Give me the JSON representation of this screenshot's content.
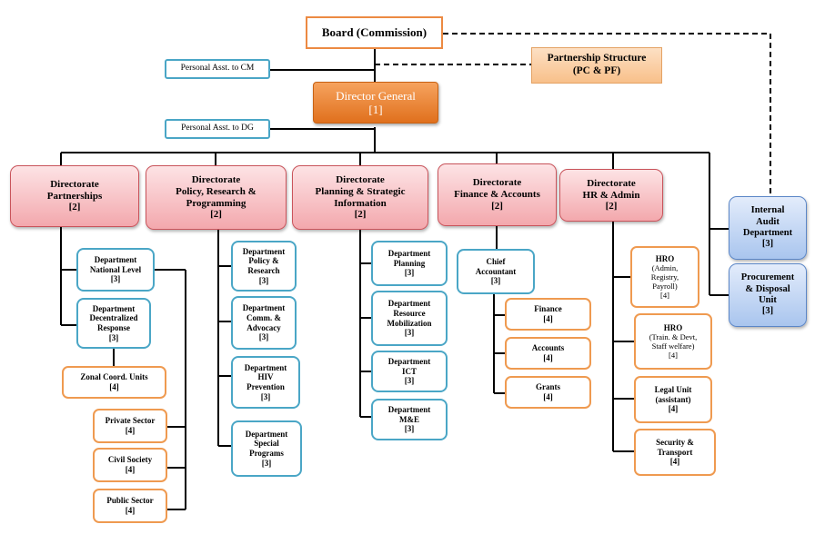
{
  "board": [
    "Board (Commission)"
  ],
  "pa_cm": [
    "Personal Asst. to CM"
  ],
  "pa_dg": [
    "Personal Asst. to DG"
  ],
  "dg": [
    "Director General",
    "[1]"
  ],
  "partnership_structure": [
    "Partnership Structure",
    "(PC & PF)"
  ],
  "directorates": {
    "partnerships": [
      "Directorate",
      "Partnerships",
      "[2]"
    ],
    "policy": [
      "Directorate",
      "Policy, Research &",
      "Programming",
      "[2]"
    ],
    "planning": [
      "Directorate",
      "Planning & Strategic",
      "Information",
      "[2]"
    ],
    "finance": [
      "Directorate",
      "Finance & Accounts",
      "[2]"
    ],
    "hr": [
      "Directorate",
      "HR & Admin",
      "[2]"
    ]
  },
  "internal_audit": [
    "Internal",
    "Audit",
    "Department",
    "[3]"
  ],
  "procurement": [
    "Procurement",
    "& Disposal",
    "Unit",
    "[3]"
  ],
  "partnerships_units": {
    "national": [
      "Department",
      "National Level",
      "[3]"
    ],
    "decentralized": [
      "Department",
      "Decentralized",
      "Response",
      "[3]"
    ],
    "zonal": [
      "Zonal Coord. Units",
      "[4]"
    ],
    "private": [
      "Private Sector",
      "[4]"
    ],
    "civil": [
      "Civil Society",
      "[4]"
    ],
    "public": [
      "Public Sector",
      "[4]"
    ]
  },
  "policy_units": {
    "policy_research": [
      "Department",
      "Policy &",
      "Research",
      "[3]"
    ],
    "comm": [
      "Department",
      "Comm. &",
      "Advocacy",
      "[3]"
    ],
    "hiv": [
      "Department",
      "HIV",
      "Prevention",
      "[3]"
    ],
    "special": [
      "Department",
      "Special",
      "Programs",
      "[3]"
    ]
  },
  "planning_units": {
    "planning": [
      "Department",
      "Planning",
      "[3]"
    ],
    "resource": [
      "Department",
      "Resource",
      "Mobilization",
      "[3]"
    ],
    "ict": [
      "Department",
      "ICT",
      "[3]"
    ],
    "me": [
      "Department",
      "M&E",
      "[3]"
    ]
  },
  "finance_units": {
    "chief": [
      "Chief",
      "Accountant",
      "[3]"
    ],
    "finance": [
      "Finance",
      "[4]"
    ],
    "accounts": [
      "Accounts",
      "[4]"
    ],
    "grants": [
      "Grants",
      "[4]"
    ]
  },
  "hr_units": {
    "hro_admin": {
      "title": "HRO",
      "detail": [
        "(Admin,",
        "Registry,",
        "Payroll)",
        "[4]"
      ]
    },
    "hro_train": {
      "title": "HRO",
      "detail": [
        "(Train. & Devt,",
        "Staff welfare)",
        "[4]"
      ]
    },
    "legal": [
      "Legal Unit",
      "(assistant)",
      "[4]"
    ],
    "security": [
      "Security &",
      "Transport",
      "[4]"
    ]
  }
}
